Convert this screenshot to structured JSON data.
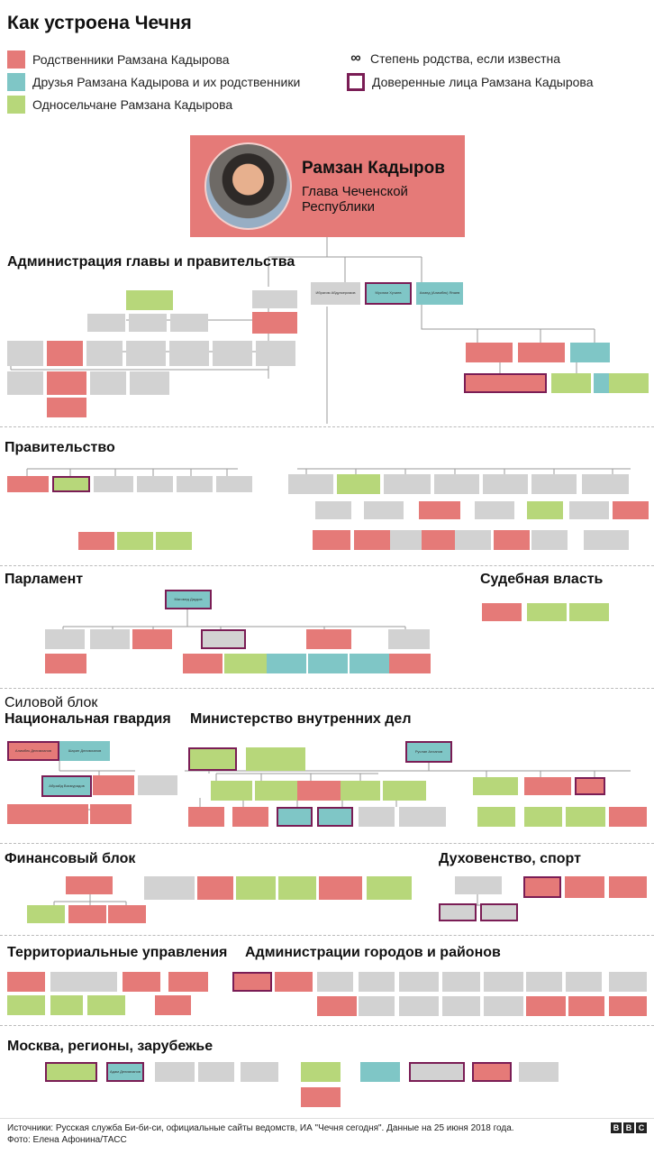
{
  "title": "Как устроена Чечня",
  "legend": {
    "relatives": "Родственники Рамзана Кадырова",
    "friends": "Друзья Рамзана Кадырова и их родственники",
    "villagers": "Односельчане Рамзана Кадырова",
    "kinship_symbol": "∞",
    "kinship": "Степень родства, если известна",
    "trusted": "Доверенные лица Рамзана Кадырова"
  },
  "colors": {
    "relatives": "#e57a78",
    "friends": "#7fc6c6",
    "villagers": "#b7d77a",
    "other": "#d2d2d2",
    "trusted_border": "#7a1d55"
  },
  "hero": {
    "name": "Рамзан Кадыров",
    "role": "Глава Чеченской Республики",
    "photo_icon": "portrait-photo"
  },
  "sections": {
    "administration": "Администрация главы и правительства",
    "government": "Правительство",
    "parliament": "Парламент",
    "judiciary": "Судебная власть",
    "security": "Силовой блок",
    "national_guard": "Национальная гвардия",
    "interior": "Министерство внутренних дел",
    "finance": "Финансовый блок",
    "clergy_sport": "Духовенство, спорт",
    "territorial": "Территориальные управления",
    "municipal": "Администрации городов и районов",
    "moscow": "Москва, регионы, зарубежье"
  },
  "nodes": {
    "magomed_daudov": "Магомед Даудов",
    "muslim_khuchiev": "Муслим Хучиев",
    "ibragim_abdulkerimov": "Ибрагим Абдулкеримов",
    "ahmed_alimbaev": "Ахмед (Алимбек) Янаев",
    "ruslan_alkhanov": "Руслан Алханов",
    "alimbek_delimkhanov": "Алимбек Делимханов",
    "sharip_delimkhanov": "Шарип Делимханов",
    "abuzaid_vismuradov": "Абузайд Висмурадов",
    "adam_delimkhanov": "Адам Делимханов"
  },
  "footer": {
    "sources": "Источники: Русская служба Би-би-си, официальные сайты ведомств, ИА \"Чечня сегодня\". Данные на 25 июня 2018 года.",
    "photo": "Фото: Елена Афонина/ТАСС",
    "logo": [
      "B",
      "B",
      "C"
    ]
  }
}
